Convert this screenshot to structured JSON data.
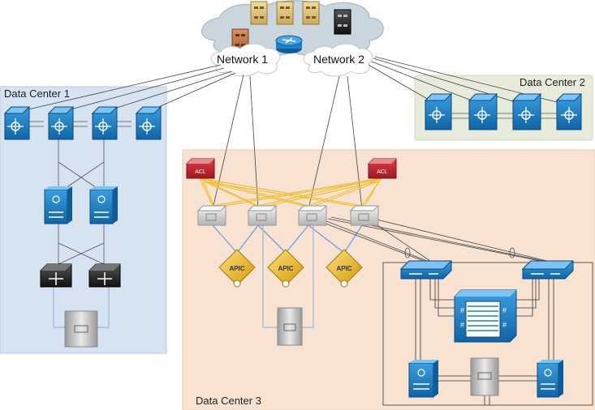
{
  "networks": [
    {
      "id": "net1",
      "label": "Network 1"
    },
    {
      "id": "net2",
      "label": "Network 2"
    }
  ],
  "data_centers": [
    {
      "id": "dc1",
      "label": "Data Center 1",
      "color": "#d6e3f1"
    },
    {
      "id": "dc2",
      "label": "Data Center 2",
      "color": "#e6ecd9"
    },
    {
      "id": "dc3",
      "label": "Data Center 3",
      "color": "#f8e3d3"
    }
  ],
  "apic_label": "APIC",
  "acl_label": "ACL",
  "colors": {
    "switch_blue": "#1f80c8",
    "switch_blue_dark": "#0f5c98",
    "acl_red": "#c8242d",
    "apic_gold": "#e8b418",
    "fabric_link": "#f0c030",
    "apic_link": "#6f9ae8",
    "cloud": "#c9d6de"
  },
  "icons": [
    "cloud-icon",
    "server-icon",
    "router-icon",
    "multilayer-switch-icon",
    "acl-firewall-icon",
    "nexus-switch-icon",
    "apic-controller-icon",
    "storage-array-icon",
    "load-balancer-icon",
    "fabric-interconnect-icon",
    "blade-chassis-icon"
  ]
}
